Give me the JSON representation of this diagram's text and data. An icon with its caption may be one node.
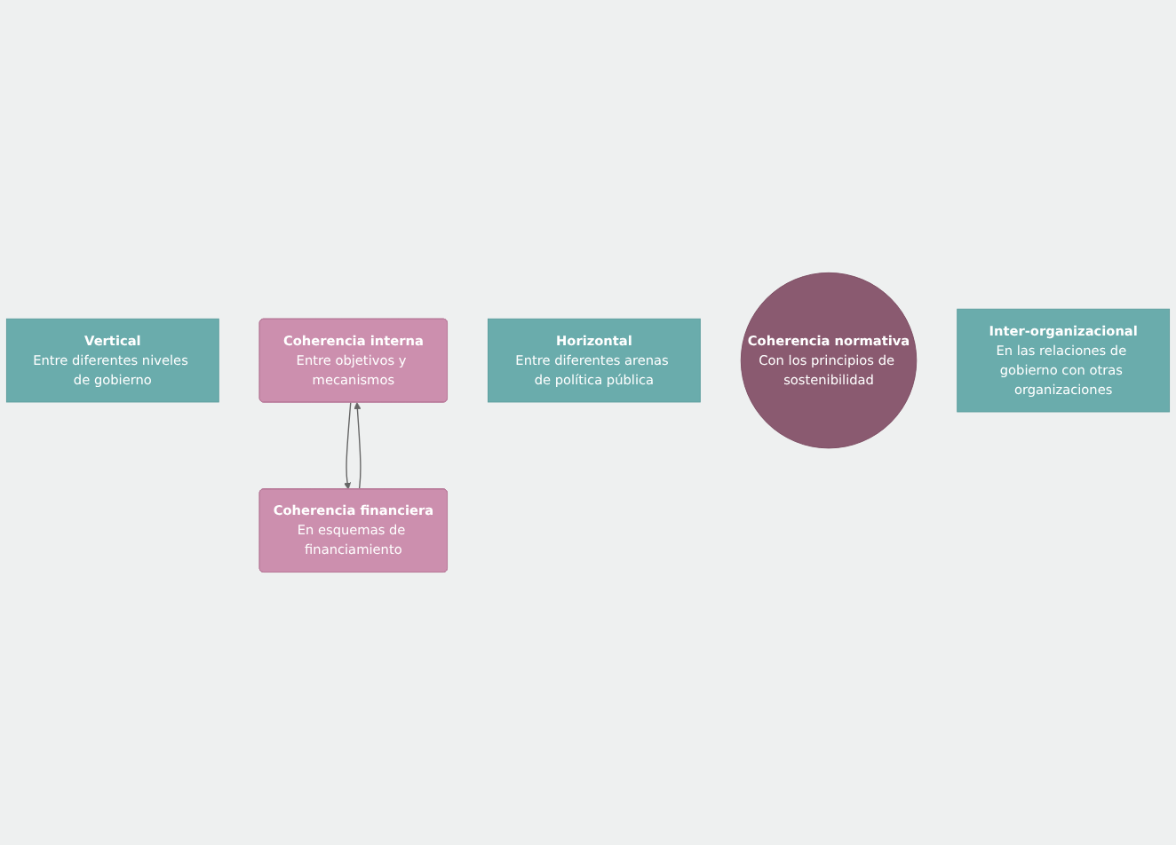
{
  "diagram": {
    "nodes": [
      {
        "text": [
          "Vertical",
          "Entre diferentes niveles de gobierno"
        ]
      },
      {
        "text": [
          "Coherencia interna",
          "Entre objetivos y mecanismos"
        ]
      },
      {
        "text": [
          "Horizontal",
          "Entre diferentes arenas de política pública"
        ]
      },
      {
        "text": [
          "Coherencia normativa",
          "Con los principios de sostenibilidad"
        ]
      },
      {
        "text": [
          "Coherencia financiera",
          "En esquemas de financiamiento"
        ]
      },
      {
        "text": [
          "Inter-organizacional",
          "En las relaciones de gobierno con otras organizaciones"
        ]
      }
    ],
    "edges": [
      {
        "from": 4,
        "to": 1,
        "arrow": "to"
      },
      {
        "from": 1,
        "to": 4,
        "arrow": "to"
      }
    ]
  }
}
